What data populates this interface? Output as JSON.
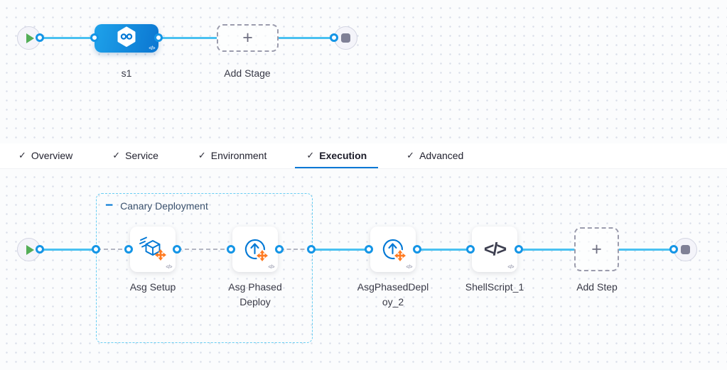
{
  "icons": {
    "check": "✓",
    "plus": "+",
    "collapse": "−",
    "code_badge": "</>",
    "shell_script": "</>"
  },
  "colors": {
    "accent": "#0278d5",
    "connector": "#49c1f1",
    "port_ring": "#1495e6",
    "stage_gradient_start": "#1ea2ea",
    "stage_gradient_end": "#0b76d1",
    "group_border": "#67cdf3",
    "dashed_connector": "#b3b6c3",
    "step_icon_blue": "#0278d5",
    "step_icon_orange": "#ff7a21",
    "play_green": "#53ad57",
    "stop_gray": "#7f8096",
    "label_text": "#383946"
  },
  "stage_graph": {
    "stage_label": "s1",
    "add_stage_label": "Add Stage"
  },
  "tabs": [
    {
      "label": "Overview",
      "checked": true,
      "active": false
    },
    {
      "label": "Service",
      "checked": true,
      "active": false
    },
    {
      "label": "Environment",
      "checked": true,
      "active": false
    },
    {
      "label": "Execution",
      "checked": true,
      "active": true
    },
    {
      "label": "Advanced",
      "checked": true,
      "active": false
    }
  ],
  "execution_graph": {
    "group_label": "Canary Deployment",
    "steps": [
      {
        "label": "Asg Setup",
        "icon": "asg-setup"
      },
      {
        "label": "Asg Phased Deploy",
        "icon": "asg-phased-deploy"
      },
      {
        "label": "AsgPhasedDeploy_2",
        "icon": "asg-phased-deploy"
      },
      {
        "label": "ShellScript_1",
        "icon": "shell-script"
      }
    ],
    "add_step_label": "Add Step"
  }
}
